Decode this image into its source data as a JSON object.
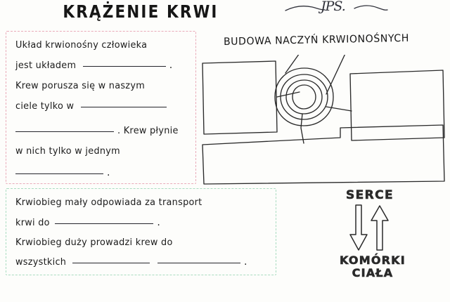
{
  "page": {
    "title": "KRĄŻENIE KRWI",
    "background_color": "#fdfdfb",
    "ink_color": "#1b1b1b"
  },
  "monogram": {
    "text": "JPS.",
    "name": "decorative-monogram-flourish"
  },
  "exercise_boxes": [
    {
      "id": "pink",
      "border_color": "#e9aab8",
      "lines": [
        {
          "segments": [
            {
              "type": "text",
              "value": "Układ krwionośny człowieka"
            }
          ]
        },
        {
          "segments": [
            {
              "type": "text",
              "value": "jest układem"
            },
            {
              "type": "blank",
              "width": 118
            },
            {
              "type": "text",
              "value": "."
            }
          ]
        },
        {
          "segments": [
            {
              "type": "text",
              "value": "Krew porusza się w naszym"
            }
          ]
        },
        {
          "segments": [
            {
              "type": "text",
              "value": "ciele tylko w"
            },
            {
              "type": "blank",
              "width": 122
            }
          ]
        },
        {
          "segments": [
            {
              "type": "blank",
              "width": 140
            },
            {
              "type": "text",
              "value": ". Krew płynie"
            }
          ]
        },
        {
          "segments": [
            {
              "type": "text",
              "value": "w nich tylko w jednym"
            }
          ]
        },
        {
          "segments": [
            {
              "type": "blank",
              "width": 125
            },
            {
              "type": "text",
              "value": "."
            }
          ]
        }
      ]
    },
    {
      "id": "green",
      "border_color": "#a9dcc0",
      "lines": [
        {
          "segments": [
            {
              "type": "text",
              "value": "Krwiobieg mały odpowiada za transport"
            }
          ]
        },
        {
          "segments": [
            {
              "type": "text",
              "value": "krwi do"
            },
            {
              "type": "blank",
              "width": 140
            },
            {
              "type": "text",
              "value": "."
            }
          ]
        },
        {
          "segments": [
            {
              "type": "text",
              "value": "Krwiobieg duży prowadzi krew do"
            }
          ]
        },
        {
          "segments": [
            {
              "type": "text",
              "value": "wszystkich"
            },
            {
              "type": "blank",
              "width": 110
            },
            {
              "type": "blank",
              "width": 118
            },
            {
              "type": "text",
              "value": "."
            }
          ]
        }
      ]
    }
  ],
  "diagram": {
    "heading": "BUDOWA NACZYŃ KRWIONOŚNYCH",
    "subject": "blood-vessel-cross-section",
    "ring_count": 4,
    "label_boxes": [
      {
        "name": "label-box-left",
        "value": ""
      },
      {
        "name": "label-box-right",
        "value": ""
      },
      {
        "name": "label-box-bottom",
        "value": ""
      }
    ]
  },
  "circulation": {
    "top_label": "SERCE",
    "bottom_label_line1": "KOMÓRKI",
    "bottom_label_line2": "CIAŁA",
    "arrows": [
      {
        "name": "arrow-down",
        "direction": "down"
      },
      {
        "name": "arrow-up",
        "direction": "up"
      }
    ]
  }
}
